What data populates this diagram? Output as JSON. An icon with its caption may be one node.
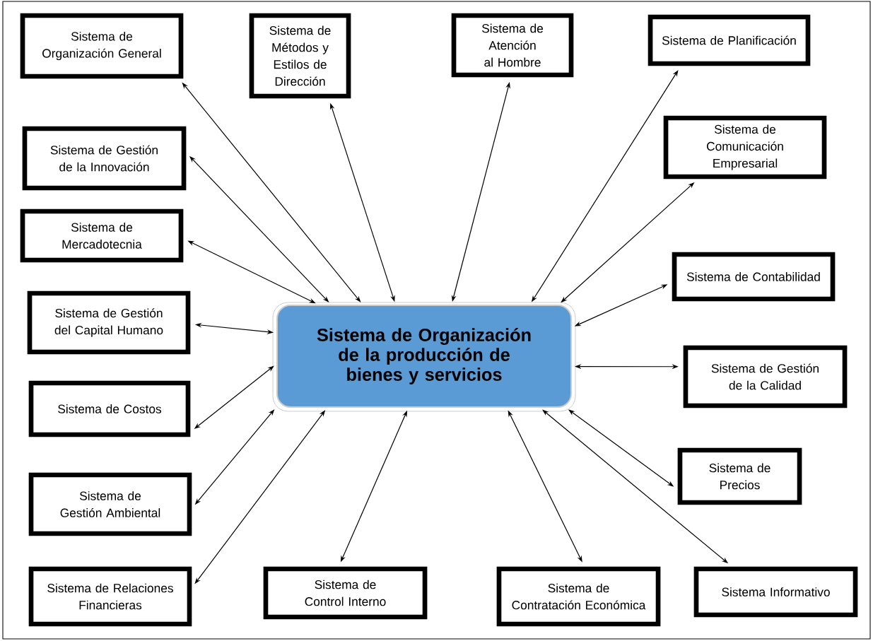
{
  "diagram": {
    "nodes": [
      {
        "text": [
          "Sistema de Organización de la producción de bienes y servicios"
        ]
      },
      {
        "text": [
          "Sistema de Organización General"
        ]
      },
      {
        "text": [
          "Sistema de Métodos y Estilos de Dirección"
        ]
      },
      {
        "text": [
          "Sistema de Atención al Hombre"
        ]
      },
      {
        "text": [
          "Sistema de Planificación"
        ]
      },
      {
        "text": [
          "Sistema de Gestión de la Innovación"
        ]
      },
      {
        "text": [
          "Sistema de Comunicación Empresarial"
        ]
      },
      {
        "text": [
          "Sistema de Mercadotecnia"
        ]
      },
      {
        "text": [
          "Sistema de Contabilidad"
        ]
      },
      {
        "text": [
          "Sistema de Gestión del Capital Humano"
        ]
      },
      {
        "text": [
          "Sistema de Gestión de la Calidad"
        ]
      },
      {
        "text": [
          "Sistema de Costos"
        ]
      },
      {
        "text": [
          "Sistema de Precios"
        ]
      },
      {
        "text": [
          "Sistema de Gestión Ambiental"
        ]
      },
      {
        "text": [
          "Sistema de Relaciones Financieras"
        ]
      },
      {
        "text": [
          "Sistema de Control Interno"
        ]
      },
      {
        "text": [
          "Sistema de Contratación Económica"
        ]
      },
      {
        "text": [
          "Sistema Informativo"
        ]
      }
    ],
    "edges": [
      {
        "from": 0,
        "to": 1,
        "arrow": "both"
      },
      {
        "from": 0,
        "to": 2,
        "arrow": "both"
      },
      {
        "from": 0,
        "to": 3,
        "arrow": "both"
      },
      {
        "from": 0,
        "to": 4,
        "arrow": "both"
      },
      {
        "from": 0,
        "to": 5,
        "arrow": "both"
      },
      {
        "from": 0,
        "to": 6,
        "arrow": "both"
      },
      {
        "from": 0,
        "to": 7,
        "arrow": "both"
      },
      {
        "from": 0,
        "to": 8,
        "arrow": "both"
      },
      {
        "from": 0,
        "to": 9,
        "arrow": "both"
      },
      {
        "from": 0,
        "to": 10,
        "arrow": "both"
      },
      {
        "from": 0,
        "to": 11,
        "arrow": "both"
      },
      {
        "from": 0,
        "to": 12,
        "arrow": "both"
      },
      {
        "from": 0,
        "to": 13,
        "arrow": "both"
      },
      {
        "from": 0,
        "to": 14,
        "arrow": "both"
      },
      {
        "from": 0,
        "to": 15,
        "arrow": "both"
      },
      {
        "from": 0,
        "to": 16,
        "arrow": "both"
      },
      {
        "from": 0,
        "to": 17,
        "arrow": "both"
      }
    ]
  }
}
